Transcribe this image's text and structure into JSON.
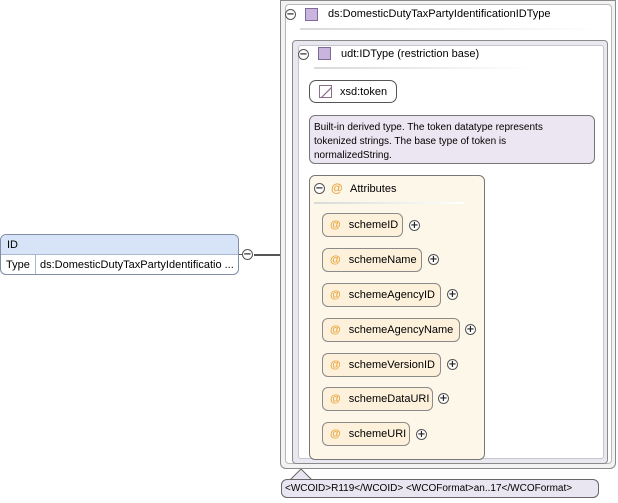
{
  "element": {
    "name": "ID",
    "type_label": "Type",
    "type_value": "ds:DomesticDutyTaxPartyIdentificatio ..."
  },
  "type_panel": {
    "title": "ds:DomesticDutyTaxPartyIdentificationIDType",
    "restriction_title": "udt:IDType (restriction base)",
    "base_token": "xsd:token",
    "documentation": [
      "Built-in derived type. The token datatype represents",
      "tokenized strings. The base type of token is",
      "normalizedString."
    ],
    "attributes_title": "Attributes",
    "attributes": [
      "schemeID",
      "schemeName",
      "schemeAgencyID",
      "schemeAgencyName",
      "schemeVersionID",
      "schemeDataURI",
      "schemeURI"
    ]
  },
  "footer": "<WCOID>R119</WCOID> <WCOFormat>an..17</WCOFormat>",
  "symbols": {
    "collapse": "−",
    "expand": "+",
    "attribute": "@"
  },
  "colors": {
    "element_header": "#d7e4f7",
    "type_icon": "#c9b4de",
    "documentation_bg": "#ebe6f1",
    "attributes_bg": "#fdf7ea",
    "attribute_bg": "#fdf1dc",
    "attribute_symbol": "#e8a43a"
  }
}
